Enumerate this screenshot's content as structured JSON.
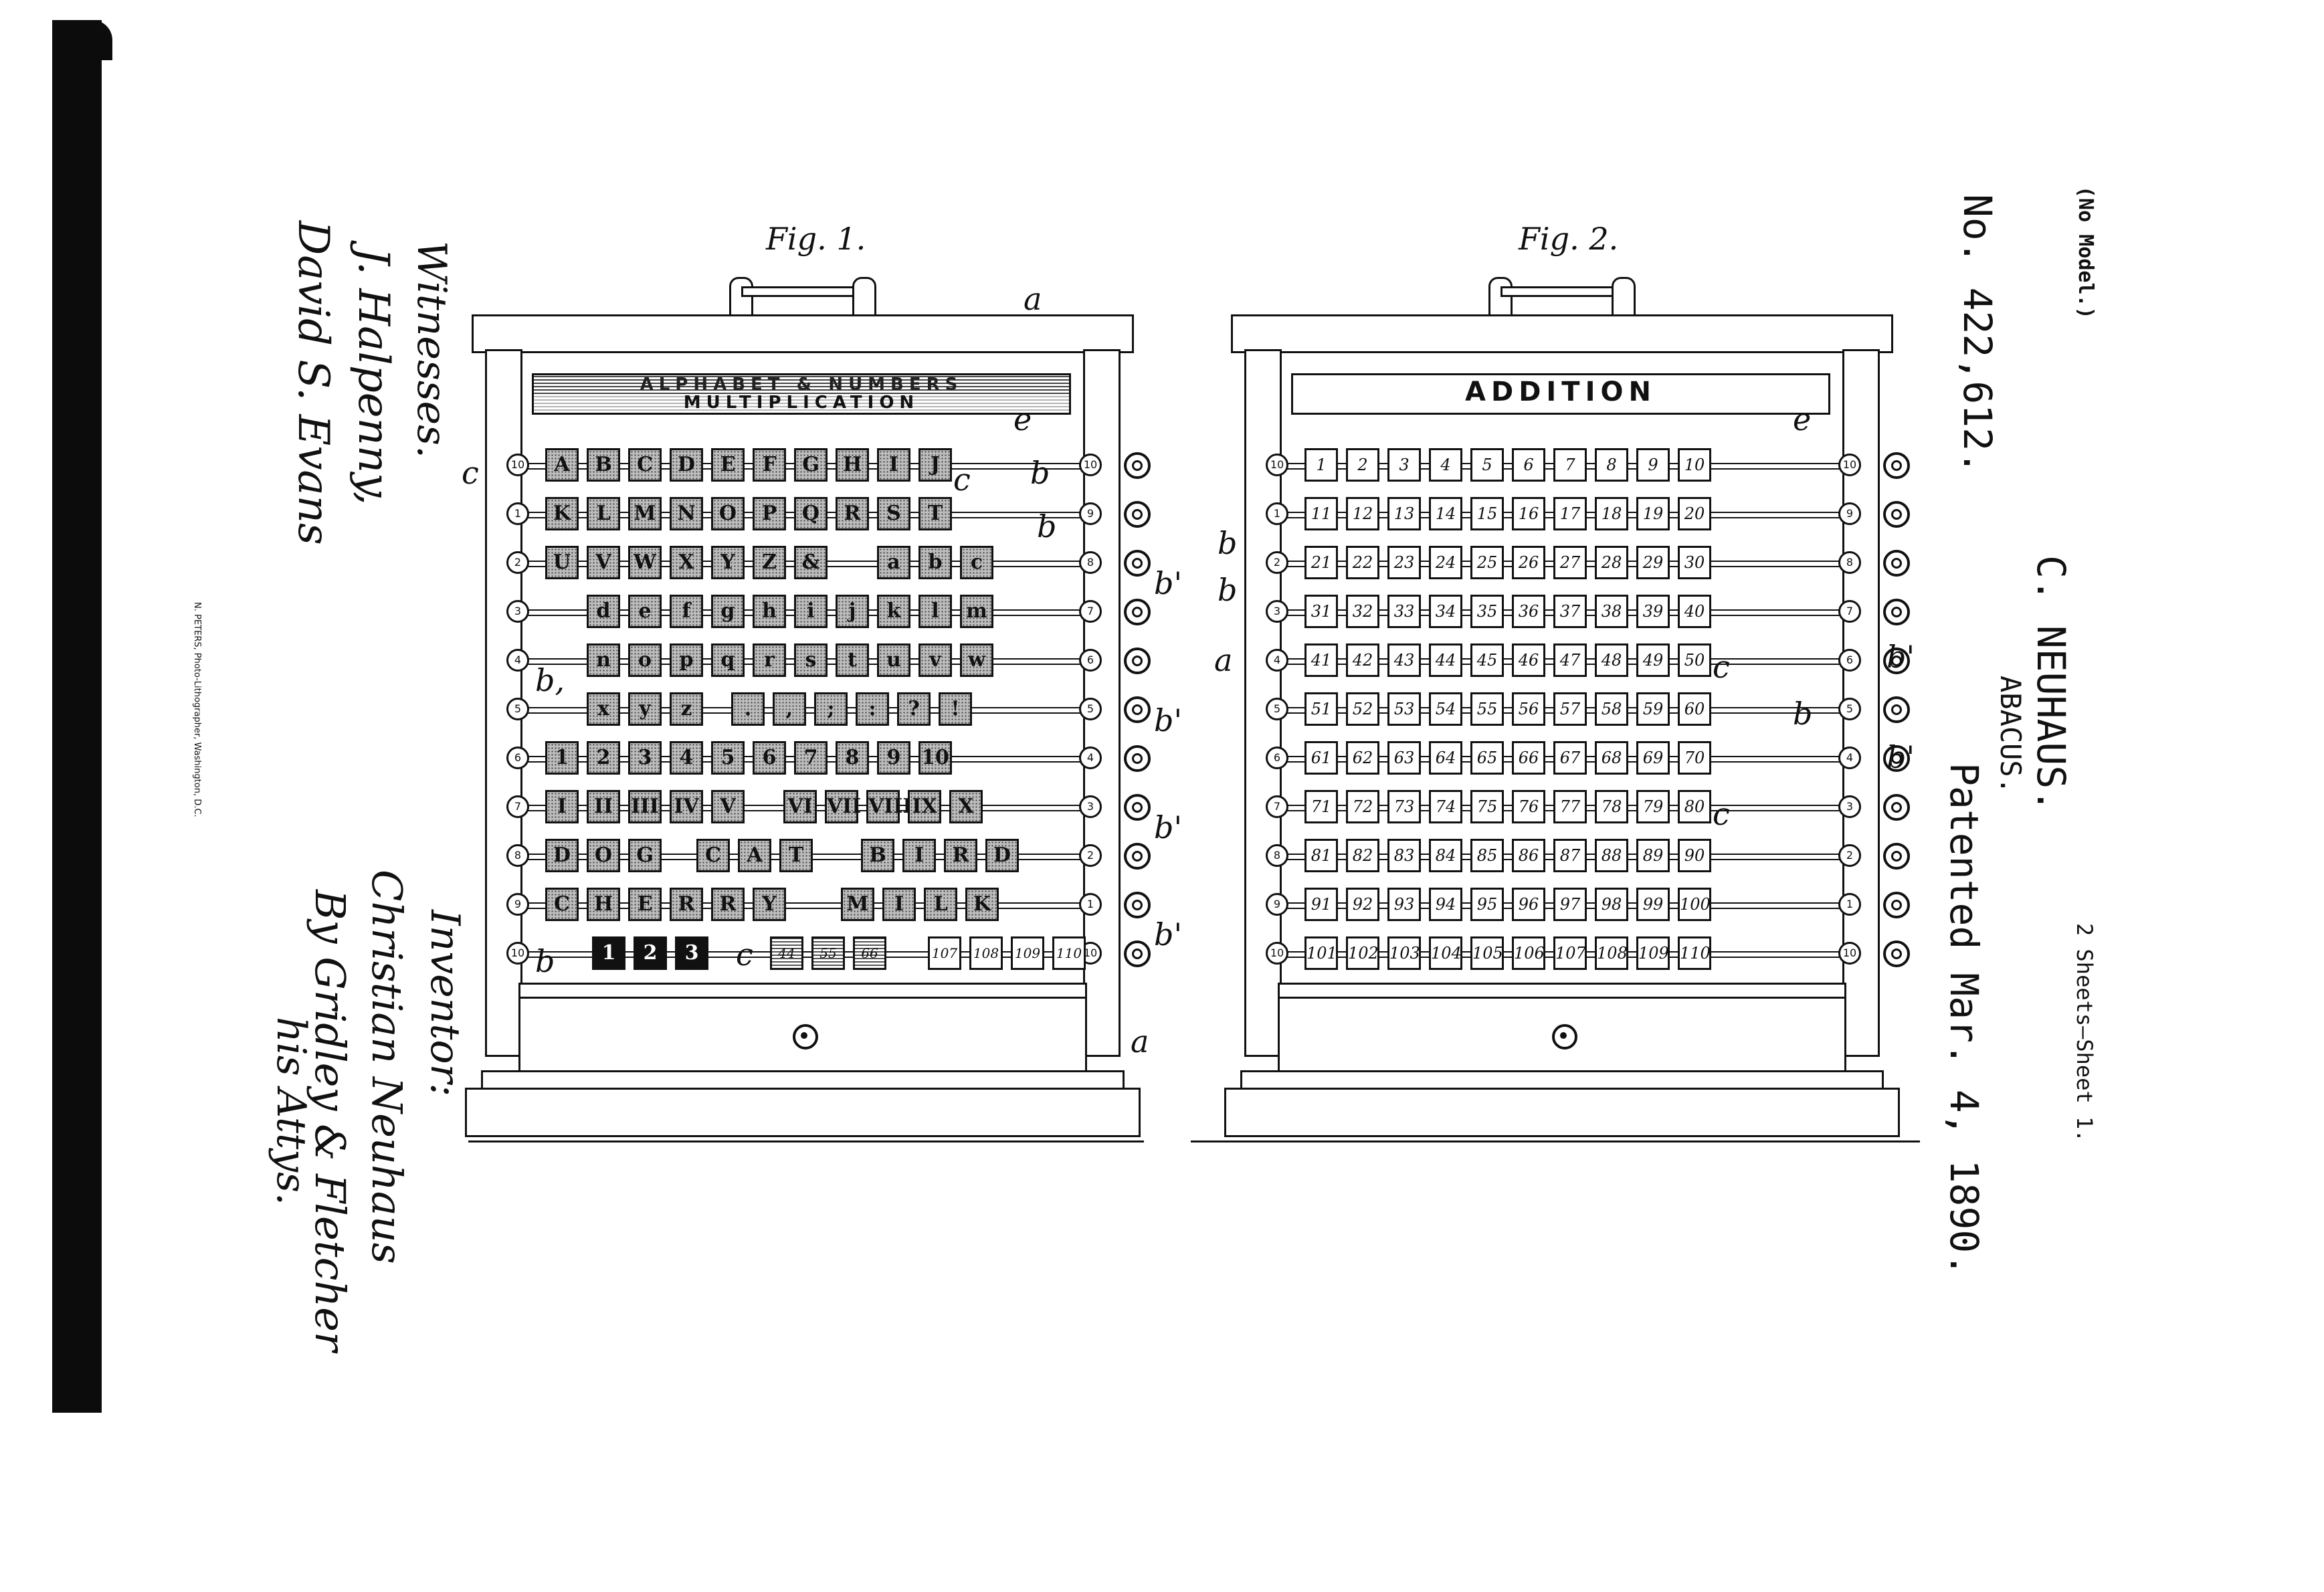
{
  "header": {
    "no_model": "(No Model.)",
    "sheets": "2 Sheets—Sheet 1.",
    "inventor": "C. NEUHAUS.",
    "title": "ABACUS.",
    "patent_number": "No. 422,612.",
    "patented": "Patented Mar. 4, 1890."
  },
  "witnesses": {
    "title": "Witnesses.",
    "names": [
      "J. Halpenny,",
      "David S. Evans"
    ]
  },
  "inventor_block": {
    "title": "Inventor:",
    "name": "Christian Neuhaus",
    "attorney": "By Gridley & Fletcher",
    "attorney_suffix": "his Attys."
  },
  "imprint": "N. PETERS, Photo-Lithographer, Washington, D.C.",
  "fig1": {
    "label": "Fig. 1.",
    "banner_line1": "ALPHABET & NUMBERS",
    "banner_line2": "MULTIPLICATION",
    "rod_numbers_left": [
      "10",
      "1",
      "2",
      "3",
      "4",
      "5",
      "6",
      "7",
      "8",
      "9",
      "10"
    ],
    "rod_numbers_right": [
      "10",
      "9",
      "8",
      "7",
      "6",
      "5",
      "4",
      "3",
      "2",
      "1",
      "10"
    ],
    "rows": [
      [
        "A",
        "B",
        "C",
        "D",
        "E",
        "F",
        "G",
        "H",
        "I",
        "J"
      ],
      [
        "K",
        "L",
        "M",
        "N",
        "O",
        "P",
        "Q",
        "R",
        "S",
        "T"
      ],
      [
        "U",
        "V",
        "W",
        "X",
        "Y",
        "Z",
        "&",
        "a",
        "b",
        "c"
      ],
      [
        "d",
        "e",
        "f",
        "g",
        "h",
        "i",
        "j",
        "k",
        "l",
        "m"
      ],
      [
        "n",
        "o",
        "p",
        "q",
        "r",
        "s",
        "t",
        "u",
        "v",
        "w"
      ],
      [
        "x",
        "y",
        "z",
        ".",
        ",",
        ";",
        ":",
        "?",
        "!"
      ],
      [
        "1",
        "2",
        "3",
        "4",
        "5",
        "6",
        "7",
        "8",
        "9",
        "10"
      ],
      [
        "I",
        "II",
        "III",
        "IV",
        "V",
        "VI",
        "VII",
        "VIII",
        "IX",
        "X"
      ],
      [
        "D",
        "O",
        "G",
        "C",
        "A",
        "T",
        "B",
        "I",
        "R",
        "D"
      ],
      [
        "C",
        "H",
        "E",
        "R",
        "R",
        "Y",
        "M",
        "I",
        "L",
        "K"
      ],
      [
        "1",
        "2",
        "3",
        "44",
        "55",
        "66",
        "107",
        "108",
        "109",
        "110"
      ]
    ],
    "letters": {
      "a": "a",
      "b": "b",
      "c": "c",
      "e": "e",
      "b_prime": "b'",
      "b_sub": "b,"
    }
  },
  "fig2": {
    "label": "Fig. 2.",
    "banner": "ADDITION",
    "rod_numbers_left": [
      "10",
      "1",
      "2",
      "3",
      "4",
      "5",
      "6",
      "7",
      "8",
      "9",
      "10"
    ],
    "rod_numbers_right": [
      "10",
      "9",
      "8",
      "7",
      "6",
      "5",
      "4",
      "3",
      "2",
      "1",
      "10"
    ],
    "rows": [
      [
        "1",
        "2",
        "3",
        "4",
        "5",
        "6",
        "7",
        "8",
        "9",
        "10"
      ],
      [
        "11",
        "12",
        "13",
        "14",
        "15",
        "16",
        "17",
        "18",
        "19",
        "20"
      ],
      [
        "21",
        "22",
        "23",
        "24",
        "25",
        "26",
        "27",
        "28",
        "29",
        "30"
      ],
      [
        "31",
        "32",
        "33",
        "34",
        "35",
        "36",
        "37",
        "38",
        "39",
        "40"
      ],
      [
        "41",
        "42",
        "43",
        "44",
        "45",
        "46",
        "47",
        "48",
        "49",
        "50"
      ],
      [
        "51",
        "52",
        "53",
        "54",
        "55",
        "56",
        "57",
        "58",
        "59",
        "60"
      ],
      [
        "61",
        "62",
        "63",
        "64",
        "65",
        "66",
        "67",
        "68",
        "69",
        "70"
      ],
      [
        "71",
        "72",
        "73",
        "74",
        "75",
        "76",
        "77",
        "78",
        "79",
        "80"
      ],
      [
        "81",
        "82",
        "83",
        "84",
        "85",
        "86",
        "87",
        "88",
        "89",
        "90"
      ],
      [
        "91",
        "92",
        "93",
        "94",
        "95",
        "96",
        "97",
        "98",
        "99",
        "100"
      ],
      [
        "101",
        "102",
        "103",
        "104",
        "105",
        "106",
        "107",
        "108",
        "109",
        "110"
      ]
    ],
    "letters": {
      "a": "a",
      "b": "b",
      "c": "c",
      "e": "e",
      "b_prime": "b'"
    }
  }
}
